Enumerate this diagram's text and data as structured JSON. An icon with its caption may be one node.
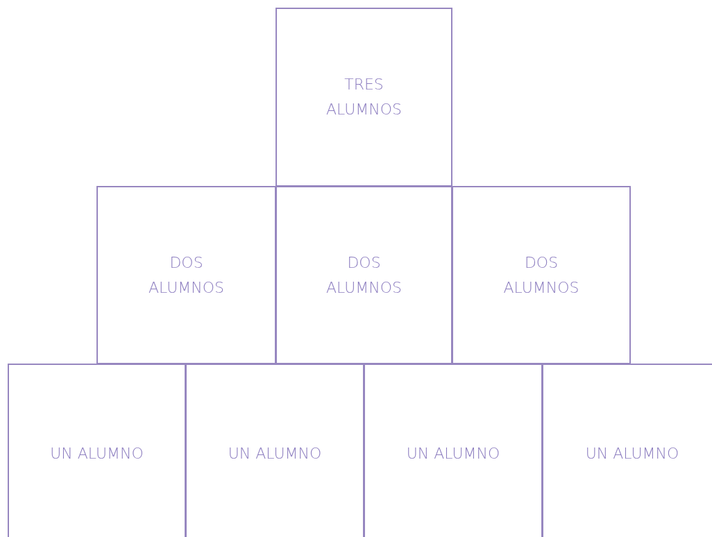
{
  "diagram": {
    "nodes": [
      {
        "text": [
          "TRES ALUMNOS"
        ]
      },
      {
        "text": [
          "DOS ALUMNOS"
        ]
      },
      {
        "text": [
          "DOS ALUMNOS"
        ]
      },
      {
        "text": [
          "DOS ALUMNOS"
        ]
      },
      {
        "text": [
          "UN ALUMNO"
        ]
      },
      {
        "text": [
          "UN ALUMNO"
        ]
      },
      {
        "text": [
          "UN ALUMNO"
        ]
      },
      {
        "text": [
          "UN ALUMNO"
        ]
      }
    ]
  }
}
